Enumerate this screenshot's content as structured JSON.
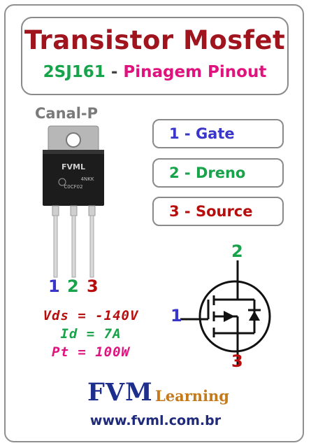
{
  "title": "Transistor Mosfet",
  "subtitle": {
    "part": "2SJ161",
    "dash": "-",
    "pinout": "Pinagem Pinout"
  },
  "channel": "Canal-P",
  "package_marking": {
    "brand": "FVML",
    "line2": "4NKK",
    "line3": "C0CF02"
  },
  "pins": [
    {
      "label": "1 - Gate",
      "color": "#3a36c9"
    },
    {
      "label": "2 - Dreno",
      "color": "#16a34a"
    },
    {
      "label": "3 - Source",
      "color": "#b80d0d"
    }
  ],
  "lead_numbers": [
    "1",
    "2",
    "3"
  ],
  "specs": {
    "vds": "Vds = -140V",
    "id": "Id = 7A",
    "pt": "Pt = 100W"
  },
  "symbol_numbers": {
    "gate": "1",
    "drain": "2",
    "source": "3"
  },
  "brand": {
    "main": "FVM",
    "sub": "Learning"
  },
  "url": "www.fvml.com.br"
}
